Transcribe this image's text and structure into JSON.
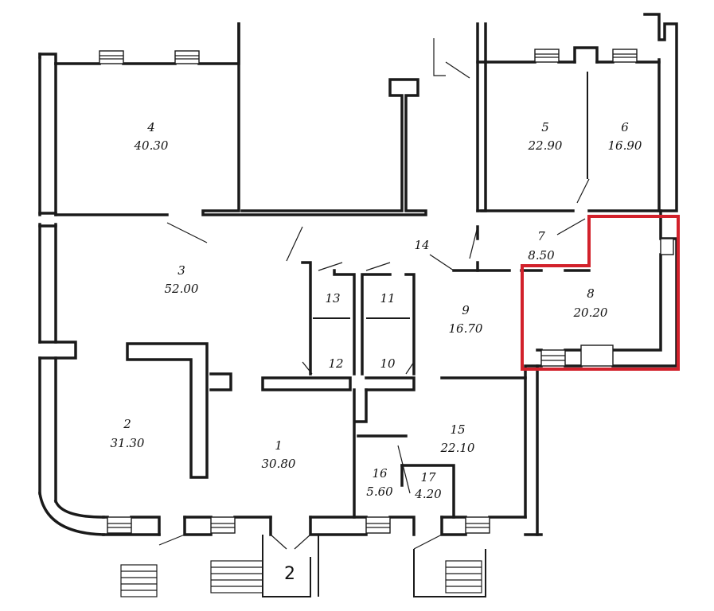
{
  "plan": {
    "rooms": [
      {
        "id": "room-4",
        "number": "4",
        "area": "40.30"
      },
      {
        "id": "room-3",
        "number": "3",
        "area": "52.00"
      },
      {
        "id": "room-2",
        "number": "2",
        "area": "31.30"
      },
      {
        "id": "room-1",
        "number": "1",
        "area": "30.80"
      },
      {
        "id": "room-5",
        "number": "5",
        "area": "22.90"
      },
      {
        "id": "room-6",
        "number": "6",
        "area": "16.90"
      },
      {
        "id": "room-7",
        "number": "7",
        "area": "8.50"
      },
      {
        "id": "room-8",
        "number": "8",
        "area": "20.20"
      },
      {
        "id": "room-9",
        "number": "9",
        "area": "16.70"
      },
      {
        "id": "room-15",
        "number": "15",
        "area": "22.10"
      },
      {
        "id": "room-16",
        "number": "16",
        "area": "5.60"
      },
      {
        "id": "room-17",
        "number": "17",
        "area": "4.20"
      }
    ],
    "small_labels": {
      "l13": "13",
      "l11": "11",
      "l12": "12",
      "l10": "10",
      "l14": "14"
    },
    "entrance_label": "2",
    "highlight_color": "#d2212b"
  }
}
